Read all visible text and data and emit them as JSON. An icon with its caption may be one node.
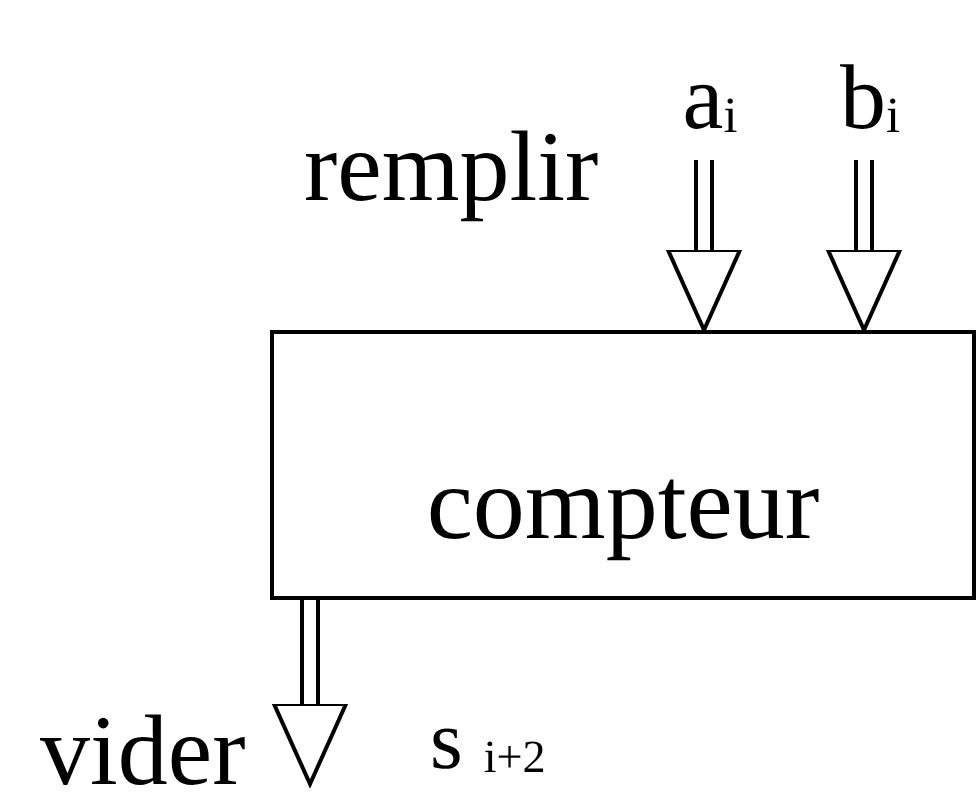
{
  "diagram": {
    "nodes": [
      {
        "text": [
          "compteur"
        ]
      },
      {
        "text": [
          "a$_{i}$"
        ]
      },
      {
        "text": [
          "b$_{i}$"
        ]
      }
    ],
    "edges": [
      {
        "from": 1,
        "to": 0,
        "arrow": "to"
      },
      {
        "from": 2,
        "to": 0,
        "arrow": "to"
      },
      {
        "from": 0,
        "to": null,
        "arrow": "to"
      }
    ],
    "labels": [
      "remplir",
      "vider",
      "s $_{i+2}$"
    ]
  }
}
